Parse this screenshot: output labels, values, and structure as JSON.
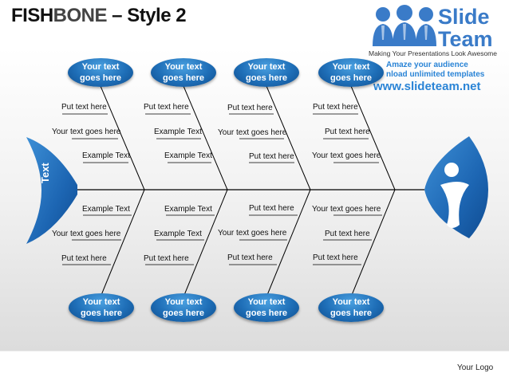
{
  "title": {
    "part1": "FISH",
    "part2": "BONE",
    "part3": " – Style 2"
  },
  "logo": {
    "word1": "Slide",
    "word2": "Team",
    "tagline": "Making Your Presentations Look Awesome",
    "promo_line1": "Amaze your audience",
    "promo_line2": "nload unlimited templates",
    "url": "www.slideteam.net"
  },
  "colors": {
    "accent": "#1f6fb8",
    "accent_light": "#4aa0e0",
    "line": "#000000"
  },
  "tail_label": "Text",
  "top_pills": [
    {
      "text": "Your text goes here"
    },
    {
      "text": "Your text goes here"
    },
    {
      "text": "Your text goes here"
    },
    {
      "text": "Your text goes here"
    }
  ],
  "bottom_pills": [
    {
      "text": "Your text goes here"
    },
    {
      "text": "Your text goes here"
    },
    {
      "text": "Your text goes here"
    },
    {
      "text": "Your text goes here"
    }
  ],
  "top_labels": [
    [
      "Put text here",
      "Your text goes here",
      "Example Text"
    ],
    [
      "Put text here",
      "Example  Text",
      "Example Text"
    ],
    [
      "Put text here",
      "Your text goes here",
      "Put text here"
    ],
    [
      "Put text here",
      "Put text here",
      "Your text goes here"
    ]
  ],
  "bottom_labels": [
    [
      "Example Text",
      "Your text goes here",
      "Put text here"
    ],
    [
      "Example Text",
      "Example  Text",
      "Put text here"
    ],
    [
      "Put text here",
      "Your text goes here",
      "Put text here"
    ],
    [
      "Your text goes here",
      "Put text here",
      "Put text here"
    ]
  ],
  "footer": {
    "logo_text": "Your Logo"
  }
}
